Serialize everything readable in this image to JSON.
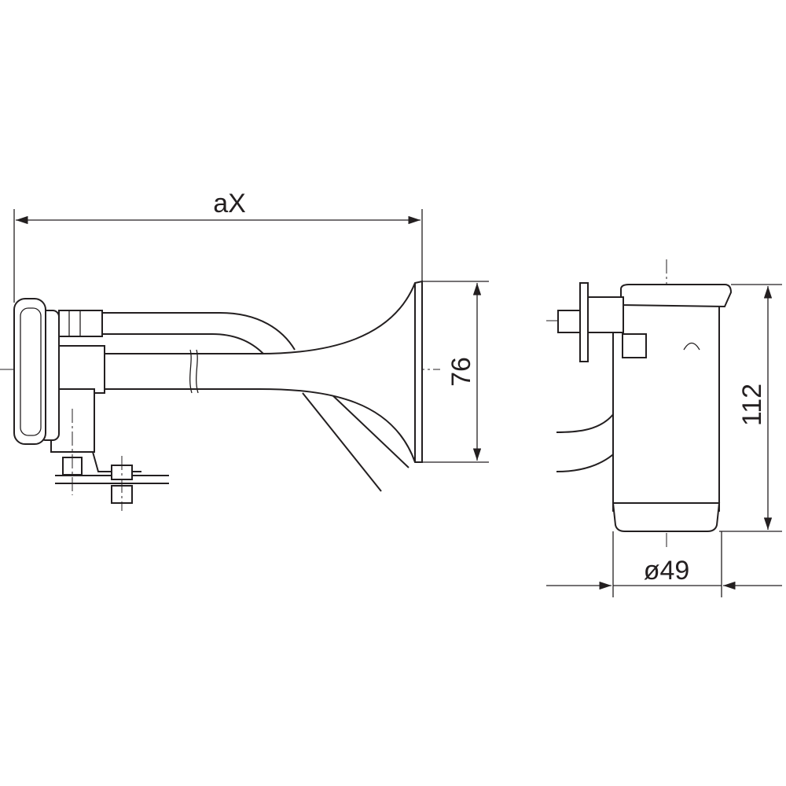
{
  "drawing": {
    "dimensions": {
      "length_label": "aX",
      "bell_diameter_label": "76",
      "height_label": "112",
      "compressor_diameter_label": "ø49"
    },
    "ink_color": "#231f20"
  }
}
